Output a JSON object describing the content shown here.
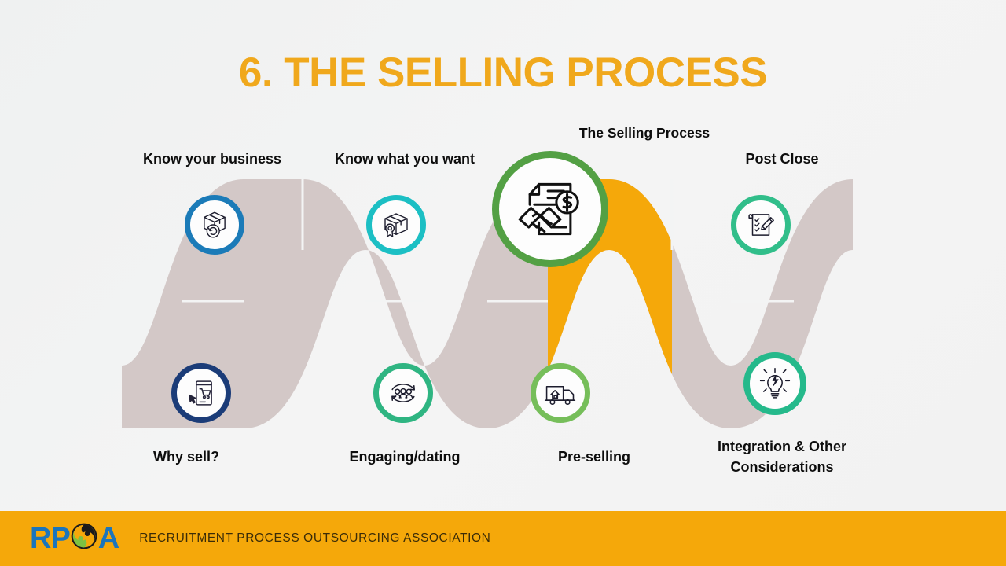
{
  "slide": {
    "title": "6. THE SELLING PROCESS",
    "title_color": "#F0A81C",
    "background_color": "#f1f3f3"
  },
  "diagram": {
    "type": "process-wave",
    "band_color": "#D3C8C7",
    "highlight_color": "#F5A80A",
    "highlighted_step": "The Selling Process",
    "steps": [
      {
        "label": "Know your business",
        "position": "top",
        "icon": "package-refresh-icon",
        "ring_color": "#1B7BB8"
      },
      {
        "label": "Why sell?",
        "position": "bottom",
        "icon": "mobile-cart-icon",
        "ring_color": "#1B3C78"
      },
      {
        "label": "Know what you want",
        "position": "top",
        "icon": "package-award-icon",
        "ring_color": "#1CBFC4"
      },
      {
        "label": "Engaging/dating",
        "position": "bottom",
        "icon": "people-cycle-icon",
        "ring_color": "#2FB582"
      },
      {
        "label": "The Selling Process",
        "position": "top",
        "icon": "handshake-contract-dollar-icon",
        "ring_color": "#53A044"
      },
      {
        "label": "Pre-selling",
        "position": "bottom",
        "icon": "delivery-truck-house-icon",
        "ring_color": "#76BE5A"
      },
      {
        "label": "Post Close",
        "position": "top",
        "icon": "checklist-pencil-icon",
        "ring_color": "#31BE8A"
      },
      {
        "label": "Integration & Other\nConsiderations",
        "position": "bottom",
        "icon": "lightbulb-bolt-icon",
        "ring_color": "#25B98B"
      }
    ]
  },
  "footer": {
    "background_color": "#F5A80A",
    "logo": {
      "prefix": "RP",
      "suffix": "A",
      "mark": "rpoa-circle-mark",
      "text_color": "#1B75BC"
    },
    "tagline": "RECRUITMENT PROCESS OUTSOURCING ASSOCIATION"
  }
}
